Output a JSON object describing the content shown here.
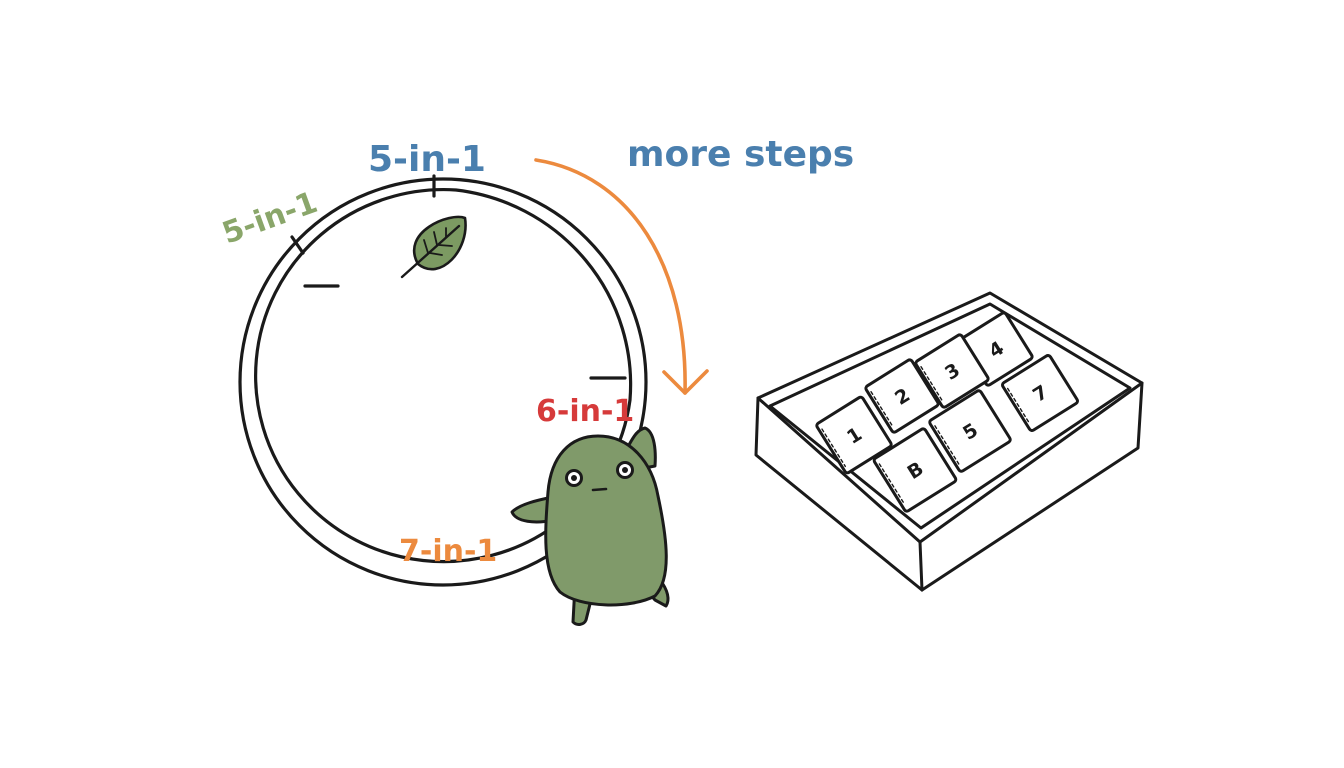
{
  "labels": {
    "top": "5-in-1",
    "upper_left": "5-in-1",
    "right": "6-in-1",
    "bottom": "7-in-1",
    "arrow": "more steps"
  },
  "packets": [
    "1",
    "2",
    "3",
    "4",
    "5",
    "B",
    "7"
  ],
  "icons": {
    "leaf": "leaf-icon",
    "mascot": "green-blob-character",
    "arrow": "curved-arrow",
    "box": "open-tray-box"
  },
  "colors": {
    "green_label": "#8aa66a",
    "blue_label": "#4a7fae",
    "red_label": "#d63a3a",
    "orange_label": "#ec8a3e",
    "leaf": "#7c9a62",
    "mascot": "#809a6a",
    "outline": "#1a1a1a"
  }
}
